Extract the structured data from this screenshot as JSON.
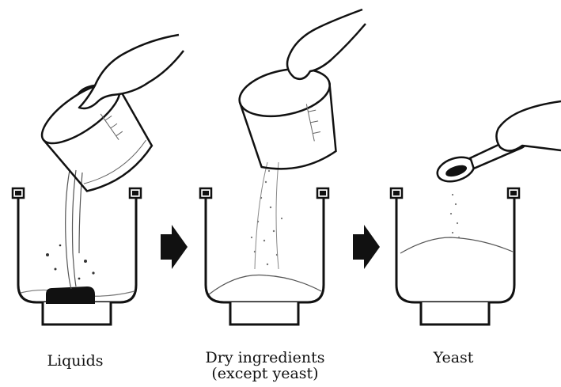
{
  "steps": [
    {
      "label": "Liquids",
      "sublabel": ""
    },
    {
      "label": "Dry ingredients",
      "sublabel": "(except yeast)"
    },
    {
      "label": "Yeast",
      "sublabel": ""
    }
  ],
  "colors": {
    "ink": "#111111",
    "background": "#ffffff",
    "speckle": "#666666"
  },
  "icons": [
    "pan-icon",
    "measuring-cup-icon",
    "hand-icon",
    "measuring-spoon-icon",
    "arrow-right-icon"
  ]
}
